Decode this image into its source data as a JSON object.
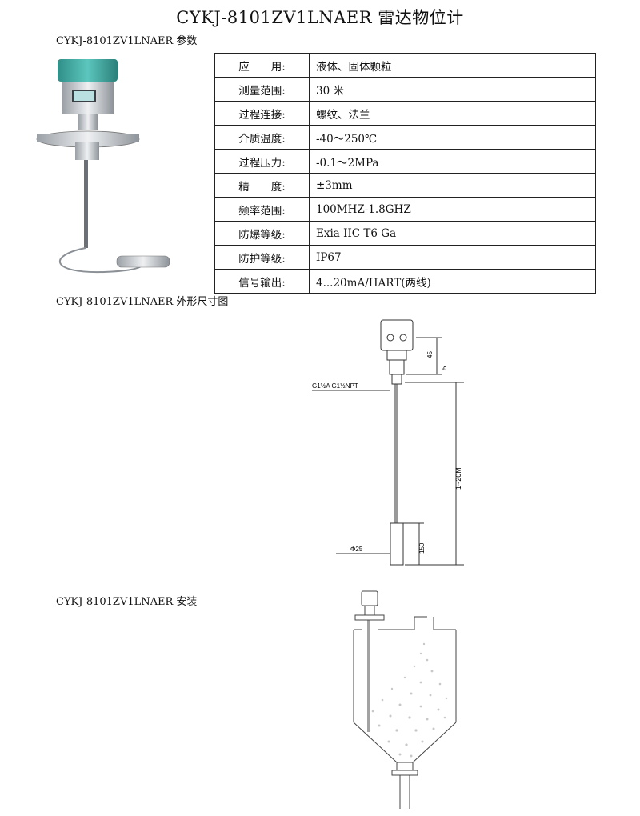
{
  "title": "CYKJ-8101ZV1LNAER 雷达物位计",
  "sections": {
    "params": "CYKJ-8101ZV1LNAER 参数",
    "dimensions": "CYKJ-8101ZV1LNAER 外形尺寸图",
    "install": "CYKJ-8101ZV1LNAER 安装"
  },
  "params": [
    {
      "k": "应　　用:",
      "v": "液体、固体颗粒"
    },
    {
      "k": "测量范围:",
      "v": "30 米"
    },
    {
      "k": "过程连接:",
      "v": "螺纹、法兰"
    },
    {
      "k": "介质温度:",
      "v": "-40～250℃"
    },
    {
      "k": "过程压力:",
      "v": "-0.1～2MPa"
    },
    {
      "k": "精　　度:",
      "v": "±3mm"
    },
    {
      "k": "频率范围:",
      "v": "100MHZ-1.8GHZ"
    },
    {
      "k": "防爆等级:",
      "v": "Exia IIC T6 Ga"
    },
    {
      "k": "防护等级:",
      "v": "IP67"
    },
    {
      "k": "信号输出:",
      "v": "4...20mA/HART(两线)"
    }
  ],
  "dimension_labels": {
    "d1": "45",
    "d2": "5",
    "thread": "G1½A G1½NPT",
    "range": "1~20M",
    "dia": "Φ25",
    "weight_len": "150"
  },
  "colors": {
    "teal": "#3aa9a0",
    "steel": "#c9ccd0",
    "line": "#333333"
  }
}
